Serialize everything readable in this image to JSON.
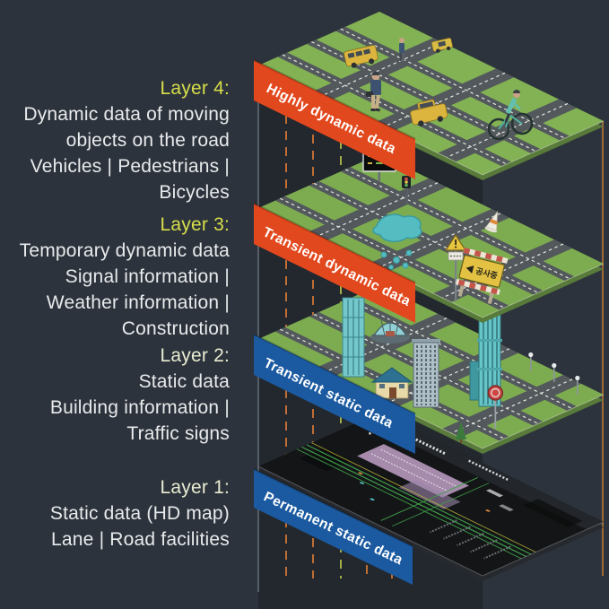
{
  "colors": {
    "background": "#2d333c",
    "wall": "#23282f",
    "platform_green": "#7dac50",
    "road_gray": "#53585c",
    "banner_red": "#e2481d",
    "banner_blue": "#1b5aa0",
    "heading_yellow": "#d7df4a",
    "heading_pale": "#e9ecd2",
    "body_text": "#e8eaec",
    "dashed_drop_line": "#bf6e35",
    "dashed_drop_line_alt": "#a3ad45",
    "right_edge_line": "#a06a36"
  },
  "labels": {
    "layer4": {
      "heading": "Layer 4:",
      "lines": [
        "Dynamic data of moving",
        "objects on the road",
        "Vehicles | Pedestrians |",
        "Bicycles"
      ]
    },
    "layer3": {
      "heading": "Layer 3:",
      "lines": [
        "Temporary dynamic data",
        "Signal information |",
        "Weather information |",
        "Construction"
      ]
    },
    "layer2": {
      "heading": "Layer 2:",
      "lines": [
        "Static data",
        "Building information |",
        "Traffic signs"
      ]
    },
    "layer1": {
      "heading": "Layer 1:",
      "lines": [
        "Static data (HD map)",
        "Lane | Road facilities"
      ]
    }
  },
  "banners": {
    "layer4": {
      "label": "Highly dynamic data",
      "color": "#e2481d"
    },
    "layer3": {
      "label": "Transient dynamic data",
      "color": "#e2481d"
    },
    "layer2": {
      "label": "Transient static data",
      "color": "#1b5aa0"
    },
    "layer1": {
      "label": "Permanent static data",
      "color": "#1b5aa0"
    }
  },
  "scene": {
    "construction_sign_text": "◀ 공사중",
    "icons": [
      "bus-icon",
      "car-icon",
      "taxi-icon",
      "pedestrian-icon",
      "businessman-icon",
      "cyclist-icon",
      "vms-sign-icon",
      "traffic-light-icon",
      "rain-cloud-icon",
      "raindrop-icon",
      "traffic-cone-icon",
      "warning-sign-icon",
      "construction-sign-icon",
      "glass-tower-icon",
      "dome-building-icon",
      "office-tower-icon",
      "skyscraper-icon",
      "house-icon",
      "stop-sign-icon",
      "street-lamp-icon",
      "tree-icon",
      "hd-map-layer"
    ]
  }
}
